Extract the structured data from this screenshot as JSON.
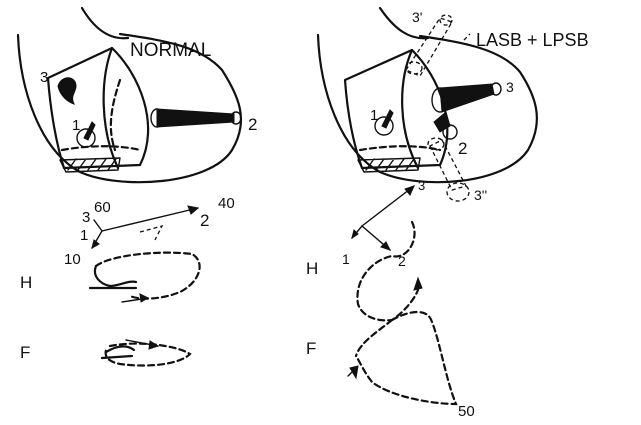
{
  "left_panel": {
    "title": "NORMAL",
    "heart_labels": {
      "p1": "1",
      "p2": "2",
      "p3": "3"
    },
    "vector_labels": {
      "v3": "3",
      "v60": "60",
      "v1": "1",
      "v10": "10",
      "v2": "2",
      "v40": "40"
    },
    "loop_labels": {
      "h": "H",
      "f": "F"
    }
  },
  "right_panel": {
    "title": "LASB + LPSB",
    "heart_labels": {
      "p1": "1",
      "p2": "2",
      "p3": "3",
      "p3prime": "3'",
      "p3dprime": "3''"
    },
    "vector_labels": {
      "v3": "3",
      "v1": "1",
      "v2": "2"
    },
    "loop_labels": {
      "h": "H",
      "f": "F",
      "v50": "50"
    }
  }
}
